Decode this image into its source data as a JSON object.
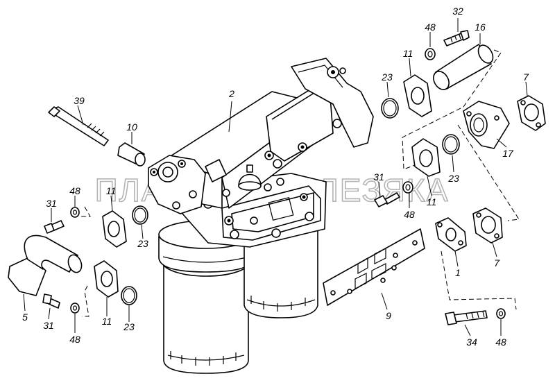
{
  "watermark": "ПЛАНЕТА ЖЕЛЕЗЯКА",
  "callouts": {
    "c2": "2",
    "c32": "32",
    "c48a": "48",
    "c16": "16",
    "c11a": "11",
    "c23a": "23",
    "c7a": "7",
    "c39": "39",
    "c10": "10",
    "c17": "17",
    "c23b": "23",
    "c31a": "31",
    "c11b": "11",
    "c48b": "48",
    "c11c": "11",
    "c48c": "48",
    "c31b": "31",
    "c23c": "23",
    "c1": "1",
    "c7b": "7",
    "c5": "5",
    "c11d": "11",
    "c23d": "23",
    "c9": "9",
    "c31c": "31",
    "c48d": "48",
    "c34": "34",
    "c48e": "48"
  }
}
